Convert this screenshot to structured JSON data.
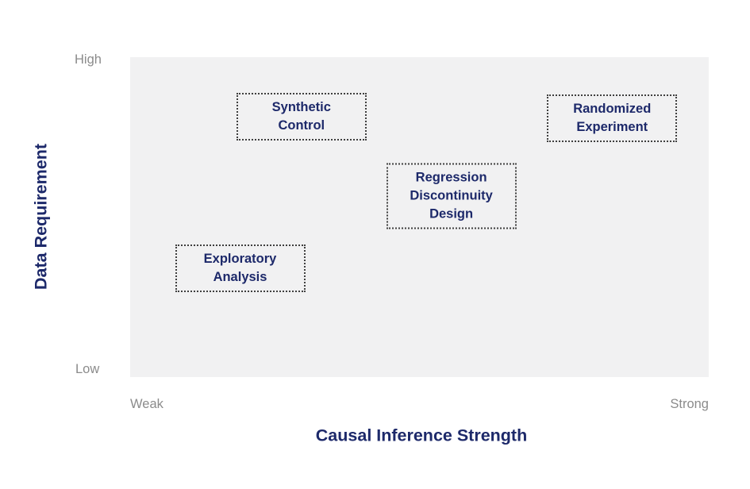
{
  "colors": {
    "navy_text": "#1d296a",
    "gray_label": "#8b8b8b",
    "plot_background": "#f1f1f2",
    "dotted_border": "#3f3f3f",
    "page_background": "#ffffff"
  },
  "chart_data": {
    "type": "scatter",
    "title": "",
    "xlabel": "Causal Inference Strength",
    "ylabel": "Data Requirement",
    "x_tick_labels": [
      "Weak",
      "Strong"
    ],
    "y_tick_labels": [
      "Low",
      "High"
    ],
    "x_range": [
      0,
      1
    ],
    "y_range": [
      0,
      1
    ],
    "grid": false,
    "legend": "none",
    "point_style": "dotted-border-label-box",
    "points": [
      {
        "label": "Exploratory Analysis",
        "label_lines": "Exploratory\nAnalysis",
        "x": 0.19,
        "y": 0.34
      },
      {
        "label": "Synthetic Control",
        "label_lines": "Synthetic\nControl",
        "x": 0.296,
        "y": 0.813
      },
      {
        "label": "Regression Discontinuity Design",
        "label_lines": "Regression\nDiscontinuity\nDesign",
        "x": 0.555,
        "y": 0.566
      },
      {
        "label": "Randomized Experiment",
        "label_lines": "Randomized\nExperiment",
        "x": 0.833,
        "y": 0.81
      }
    ]
  }
}
